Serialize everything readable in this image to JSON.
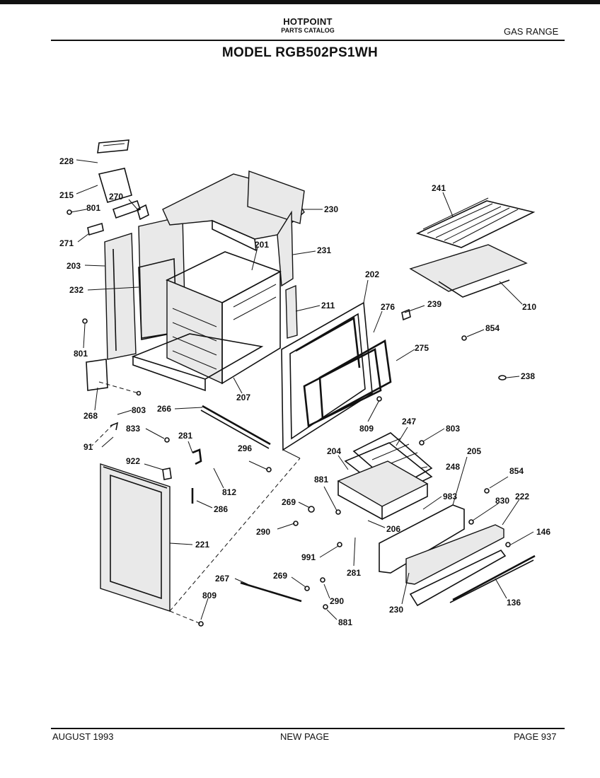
{
  "header": {
    "brand": "HOTPOINT",
    "subtitle": "PARTS CATALOG",
    "category": "GAS RANGE",
    "model": "MODEL RGB502PS1WH"
  },
  "footer": {
    "date": "AUGUST 1993",
    "status": "NEW PAGE",
    "page": "PAGE 937"
  },
  "callouts": {
    "p228": "228",
    "p215": "215",
    "p270": "270",
    "p801a": "801",
    "p271": "271",
    "p203": "203",
    "p232": "232",
    "p801b": "801",
    "p268": "268",
    "p803a": "803",
    "p266": "266",
    "p207": "207",
    "p201": "201",
    "p230a": "230",
    "p231": "231",
    "p211": "211",
    "p202": "202",
    "p276": "276",
    "p275": "275",
    "p239": "239",
    "p241": "241",
    "p210": "210",
    "p854a": "854",
    "p238": "238",
    "p809a": "809",
    "p247": "247",
    "p803b": "803",
    "p91": "91",
    "p833": "833",
    "p281a": "281",
    "p922": "922",
    "p812": "812",
    "p286": "286",
    "p296": "296",
    "p221": "221",
    "p204": "204",
    "p248": "248",
    "p205": "205",
    "p881a": "881",
    "p983": "983",
    "p854b": "854",
    "p830": "830",
    "p222": "222",
    "p269a": "269",
    "p290a": "290",
    "p206": "206",
    "p146": "146",
    "p991": "991",
    "p281b": "281",
    "p267": "267",
    "p269b": "269",
    "p290b": "290",
    "p230b": "230",
    "p136": "136",
    "p809b": "809",
    "p881b": "881"
  }
}
